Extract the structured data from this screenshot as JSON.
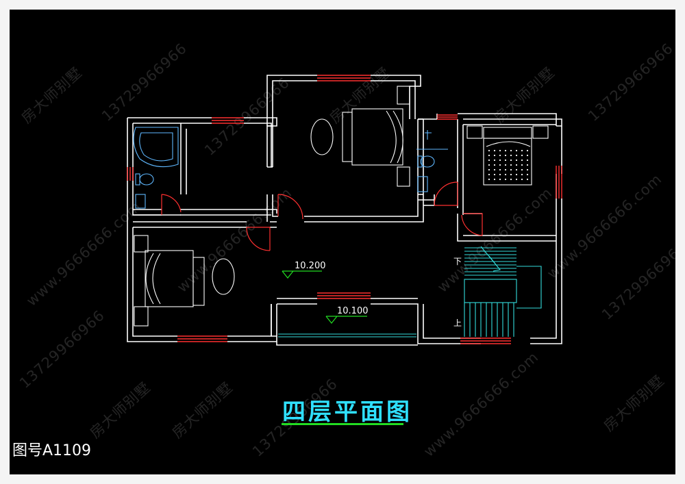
{
  "drawing": {
    "title": "四层平面图",
    "number": "图号A1109",
    "elevations": [
      "10.200",
      "10.100"
    ],
    "stair_labels": {
      "down": "下",
      "up": "上"
    }
  },
  "watermark": {
    "brand": "房大师别墅",
    "phone": "13729966966",
    "site": "www.9666666.com"
  },
  "colors": {
    "background": "#000000",
    "walls": "#ffffff",
    "windows": "#ff3030",
    "doors": "#ff3030",
    "furniture": "#ffffff",
    "fixtures": "#5fb8ff",
    "stairs": "#33dddd",
    "level_marks": "#22dd22",
    "title": "#2fe0ff",
    "title_underline": "#22dd22"
  }
}
